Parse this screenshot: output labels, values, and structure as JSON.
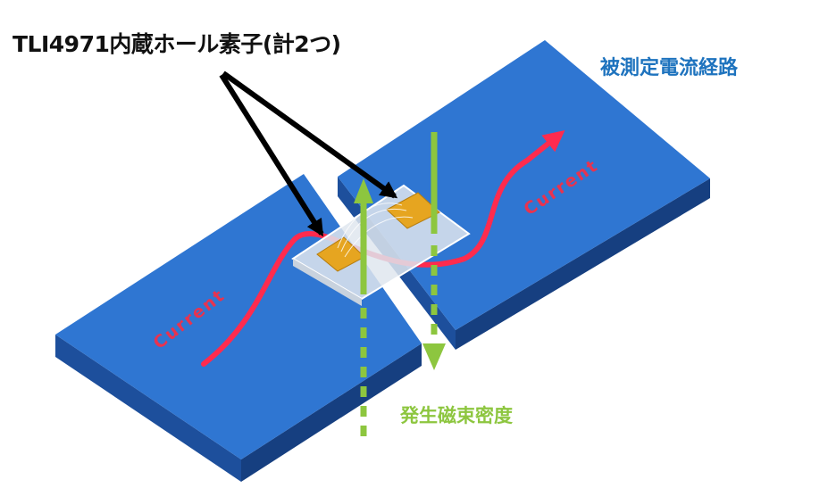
{
  "labels": {
    "hall_elements": "TLI4971内蔵ホール素子(計2つ)",
    "current_path": "被測定電流経路",
    "flux_density": "発生磁束密度",
    "current_left": "Current",
    "current_right": "Current"
  },
  "colors": {
    "conductor_top": "#2f76d2",
    "conductor_side": "#1d4f9c",
    "current_arrow": "#ff2b4e",
    "current_text": "#e8334f",
    "flux_arrow": "#8dc63f",
    "pointer_arrow": "#000000",
    "hall_element": "#e6a520",
    "path_label": "#1e73be",
    "title_text": "#111111"
  },
  "icons": {
    "pointer": "black-arrow",
    "flux_up": "green-arrow-up",
    "flux_down": "green-arrow-down",
    "current": "red-wave-arrow"
  }
}
